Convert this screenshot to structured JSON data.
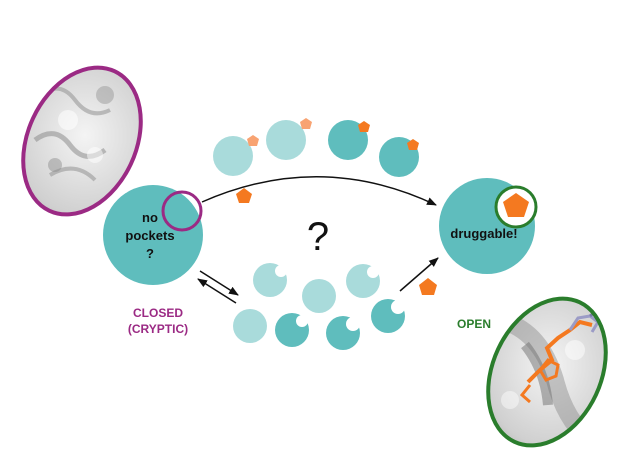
{
  "closed_state": {
    "circle_text": [
      "no",
      "pockets",
      "?"
    ],
    "label": [
      "CLOSED",
      "(CRYPTIC)"
    ],
    "label_color": "#9b2a84"
  },
  "open_state": {
    "circle_text": "druggable!",
    "label": "OPEN",
    "label_color": "#2a7d2c"
  },
  "center_question": "?",
  "colors": {
    "teal": "#5fbdbd",
    "teal_pale": "#a9dbdb",
    "ligand_orange": "#f47920",
    "ligand_orange_pale": "#f8a372",
    "magenta_outline": "#9b2a84",
    "green_outline": "#2a7d2c",
    "surface_gray": "#d6d6d6"
  },
  "icons": [
    "closed-protein-surface",
    "open-protein-surface-with-ligand",
    "pentagon-ligand"
  ]
}
